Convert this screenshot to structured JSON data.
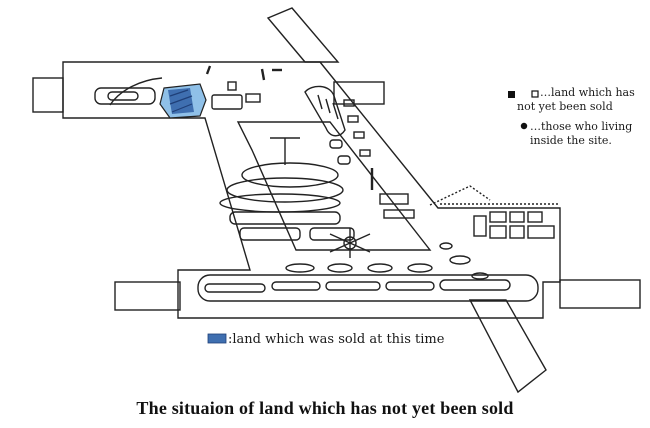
{
  "title": "The situaion of land which has not yet been sold",
  "legend": {
    "unsold_symbol_label": "…land which has",
    "unsold_symbol_label_line2": "not yet been sold",
    "residents_label": "…those who living",
    "residents_label_line2": "inside the site.",
    "sold_label": ":land which was sold at this time"
  },
  "colors": {
    "sold": "#3f6fb0",
    "sold_light": "#8fc0e8",
    "line": "#222222",
    "background": "#ffffff"
  },
  "icons": {
    "unsold_filled": "black-square",
    "unsold_open": "white-square",
    "resident": "black-dot",
    "sold": "blue-rectangle"
  }
}
